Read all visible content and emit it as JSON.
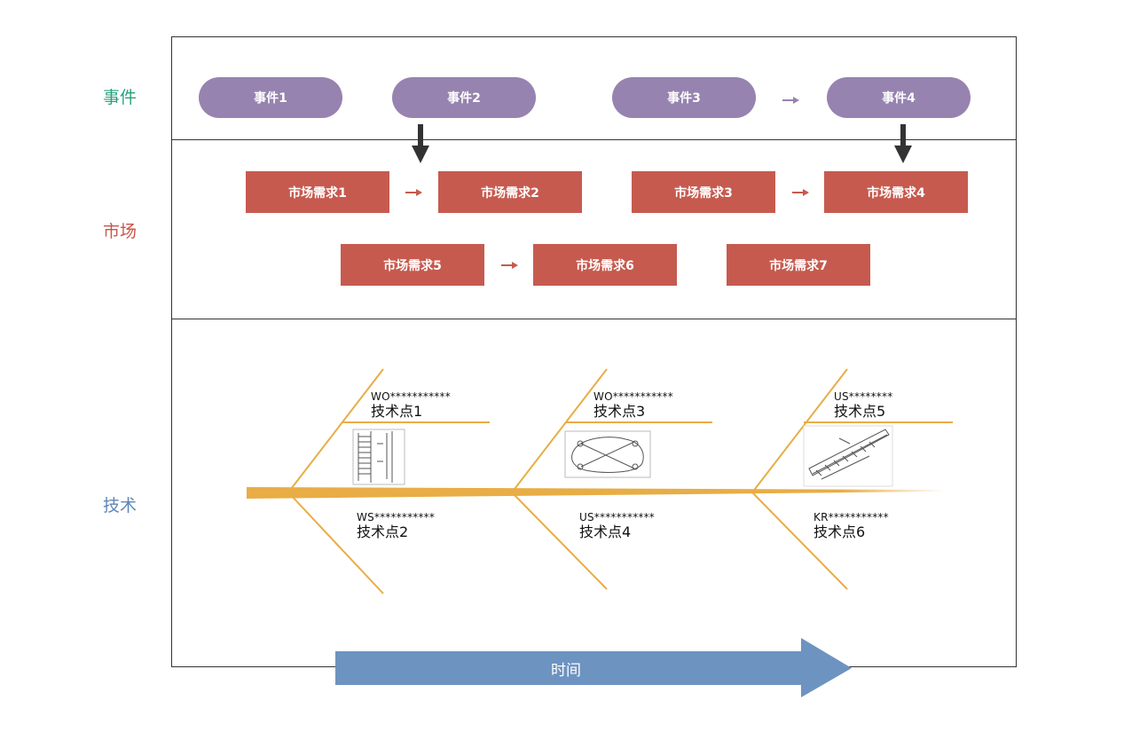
{
  "rows": {
    "event": {
      "label": "事件",
      "color": "#2aa07f"
    },
    "market": {
      "label": "市场",
      "color": "#c8564a"
    },
    "tech": {
      "label": "技术",
      "color": "#5f87b7"
    }
  },
  "events": [
    "事件1",
    "事件2",
    "事件3",
    "事件4"
  ],
  "markets": [
    "市场需求1",
    "市场需求2",
    "市场需求3",
    "市场需求4",
    "市场需求5",
    "市场需求6",
    "市场需求7"
  ],
  "tech_points": [
    {
      "code": "WO***********",
      "label": "技术点1"
    },
    {
      "code": "WS***********",
      "label": "技术点2"
    },
    {
      "code": "WO***********",
      "label": "技术点3"
    },
    {
      "code": "US***********",
      "label": "技术点4"
    },
    {
      "code": "US********",
      "label": "技术点5"
    },
    {
      "code": "KR***********",
      "label": "技术点6"
    }
  ],
  "timeline": {
    "label": "时间"
  },
  "colors": {
    "event_fill": "#9683b0",
    "market_fill": "#c65a4f",
    "fishbone": "#e8ad45",
    "time_arrow": "#6d93c1",
    "drop_arrow": "#333333"
  },
  "icons": [
    "patent-drawing-1",
    "patent-drawing-3",
    "patent-drawing-5"
  ]
}
